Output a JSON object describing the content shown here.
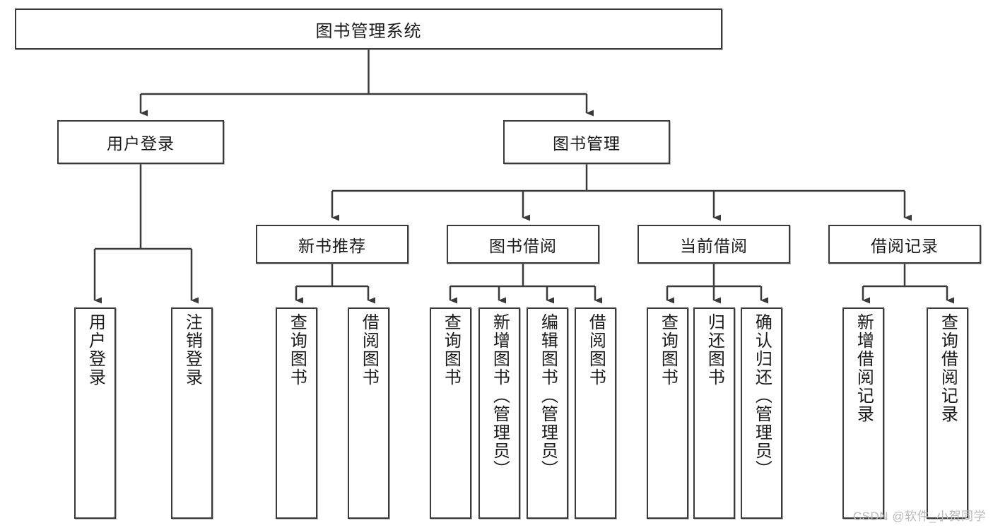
{
  "diagram": {
    "type": "tree-hierarchy-chart",
    "title_text": "图书管理系统",
    "watermark": "CSDN @软件_小贺同学",
    "colors": {
      "stroke": "#3a3a3a",
      "fill": "#ffffff",
      "text": "#1a1a1a",
      "watermark": "#b8b8b8",
      "background": "#ffffff"
    },
    "root": {
      "label": "图书管理系统"
    },
    "level2": [
      {
        "label": "用户登录"
      },
      {
        "label": "图书管理"
      }
    ],
    "level3": [
      {
        "label": "新书推荐"
      },
      {
        "label": "图书借阅"
      },
      {
        "label": "当前借阅"
      },
      {
        "label": "借阅记录"
      }
    ],
    "leaves": {
      "user_login": [
        {
          "label": "用户登录"
        },
        {
          "label": "注销登录"
        }
      ],
      "new_book_recommend": [
        {
          "label": "查询图书"
        },
        {
          "label": "借阅图书"
        }
      ],
      "book_borrow": [
        {
          "label": "查询图书"
        },
        {
          "label": "新增图书（管理员）"
        },
        {
          "label": "编辑图书（管理员）"
        },
        {
          "label": "借阅图书"
        }
      ],
      "current_borrow": [
        {
          "label": "查询图书"
        },
        {
          "label": "归还图书"
        },
        {
          "label": "确认归还（管理员）"
        }
      ],
      "borrow_record": [
        {
          "label": "新增借阅记录"
        },
        {
          "label": "查询借阅记录"
        }
      ]
    }
  }
}
